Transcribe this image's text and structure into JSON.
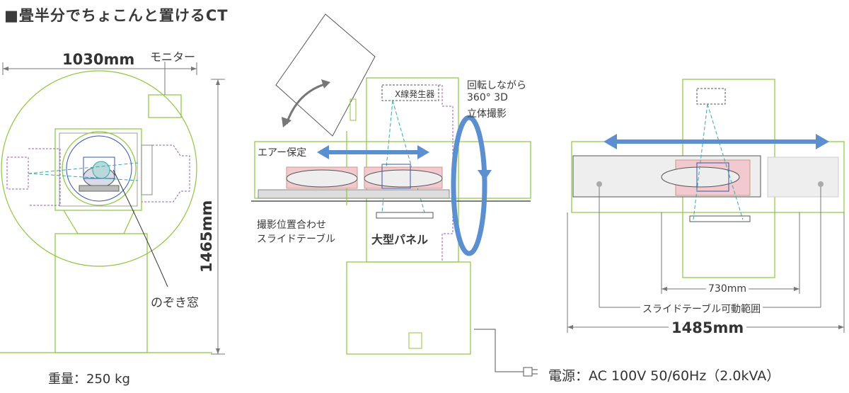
{
  "title": "■畳半分でちょこんと置けるCT",
  "front_view": {
    "width_dim": "1030mm",
    "height_dim": "1465mm",
    "monitor_label": "モニター",
    "window_label": "のぞき窓",
    "weight_label": "重量：250 kg"
  },
  "side_view": {
    "xray_label": "X線発生器",
    "rotate_label_1": "回転しながら",
    "rotate_label_2": "360° 3D",
    "rotate_label_3": "立体撮影",
    "air_label": "エアー保定",
    "slide_label_1": "撮影位置合わせ",
    "slide_label_2": "スライドテーブル",
    "panel_label": "大型パネル"
  },
  "top_view": {
    "range_dim": "730mm",
    "range_label": "スライドテーブル可動範囲",
    "total_dim": "1485mm"
  },
  "power": {
    "label": "電源：AC 100V 50/60Hz（2.0kVA）"
  },
  "colors": {
    "outline": "#8cc63f",
    "arrow": "#5b8fd0",
    "dash": "#9b5fb5",
    "beam": "#3aa6a6",
    "pink": "#f2c9cf"
  }
}
